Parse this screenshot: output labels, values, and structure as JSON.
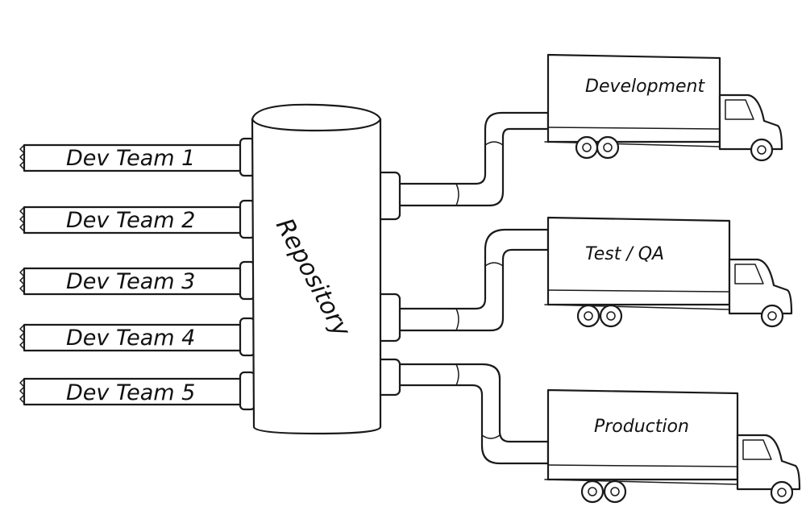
{
  "dev_teams": [
    "Dev Team 1",
    "Dev Team 2",
    "Dev Team 3",
    "Dev Team 4",
    "Dev Team 5"
  ],
  "repository": {
    "label": "Repository"
  },
  "environments": [
    "Development",
    "Test / QA",
    "Production"
  ]
}
